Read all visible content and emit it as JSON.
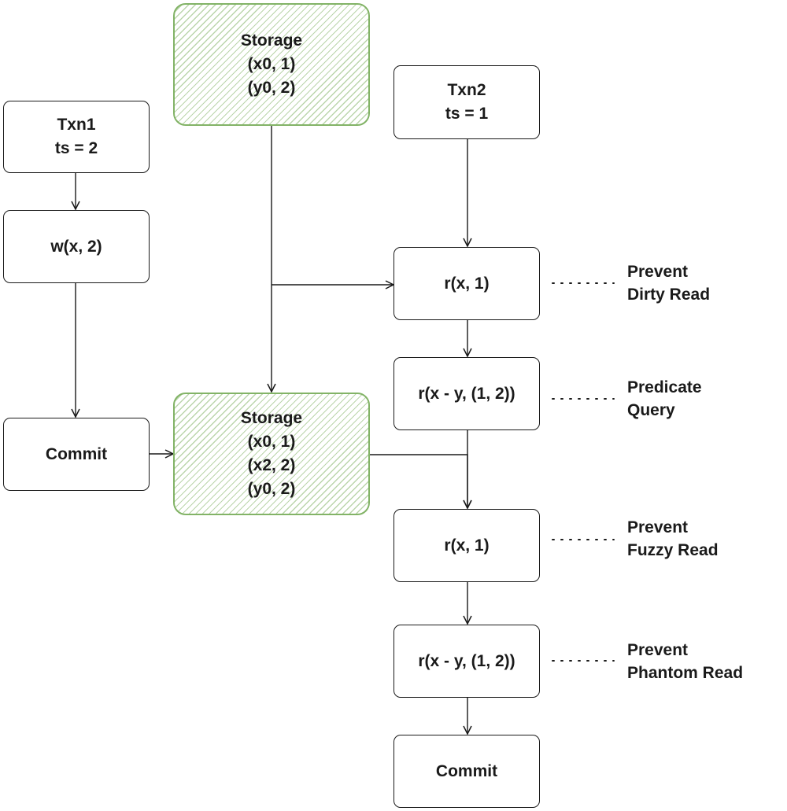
{
  "txn1": {
    "title": "Txn1",
    "ts": "ts = 2",
    "write": "w(x, 2)",
    "commit": "Commit"
  },
  "storage_initial": {
    "title": "Storage",
    "entries": [
      "(x0, 1)",
      "(y0, 2)"
    ]
  },
  "storage_after": {
    "title": "Storage",
    "entries": [
      "(x0, 1)",
      "(x2, 2)",
      "(y0, 2)"
    ]
  },
  "txn2": {
    "title": "Txn2",
    "ts": "ts = 1",
    "steps": [
      "r(x, 1)",
      "r(x - y, (1, 2))",
      "r(x, 1)",
      "r(x - y, (1, 2))"
    ],
    "commit": "Commit"
  },
  "annotations": [
    [
      "Prevent",
      "Dirty Read"
    ],
    [
      "Predicate",
      "Query"
    ],
    [
      "Prevent",
      "Fuzzy Read"
    ],
    [
      "Prevent",
      "Phantom Read"
    ]
  ],
  "colors": {
    "stroke": "#1a1a1a",
    "storage_border": "#82b366",
    "storage_hatch": "#82b366"
  }
}
